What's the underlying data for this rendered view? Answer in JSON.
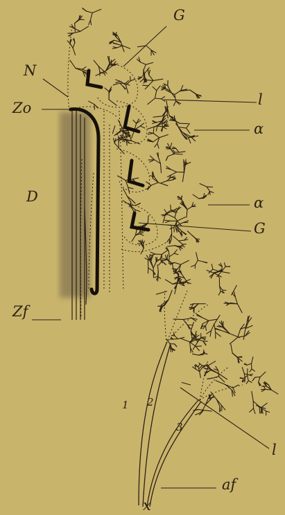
{
  "labels": {
    "G_top": "G",
    "N": "N",
    "Zo": "Zo",
    "l_top": "l",
    "alpha_1": "α",
    "D": "D",
    "alpha_2": "α",
    "G_right": "G",
    "Zf": "Zf",
    "num_1": "1",
    "num_2": "2",
    "num_3": "3",
    "l_bottom": "l",
    "af": "af",
    "x": "x"
  },
  "colors": {
    "background": "#c9b46c",
    "ink": "#2a2014",
    "shading": "#6e6148"
  }
}
